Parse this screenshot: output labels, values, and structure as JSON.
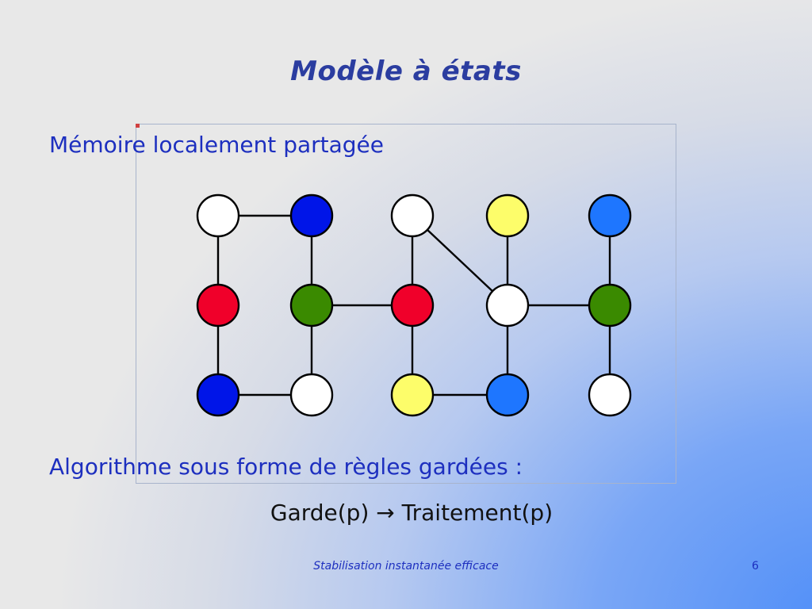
{
  "slide": {
    "title": "Modèle à états",
    "heading_memory": "Mémoire localement partagée",
    "heading_algorithm": "Algorithme sous forme de règles gardées :",
    "rule_text": "Garde(p) → Traitement(p)",
    "footer": "Stabilisation instantanée efficace",
    "page_number": "6"
  },
  "colors": {
    "white": "#ffffff",
    "blue": "#0015e8",
    "red": "#f0002a",
    "green": "#3a8a00",
    "yellow": "#fdfd6a",
    "light_blue": "#1e76ff"
  },
  "graph": {
    "grid_rows": 3,
    "grid_cols": 5,
    "nodes": [
      {
        "id": "n00",
        "row": 0,
        "col": 0,
        "color": "white"
      },
      {
        "id": "n01",
        "row": 0,
        "col": 1,
        "color": "blue"
      },
      {
        "id": "n02",
        "row": 0,
        "col": 2,
        "color": "white"
      },
      {
        "id": "n03",
        "row": 0,
        "col": 3,
        "color": "yellow"
      },
      {
        "id": "n04",
        "row": 0,
        "col": 4,
        "color": "light_blue"
      },
      {
        "id": "n10",
        "row": 1,
        "col": 0,
        "color": "red"
      },
      {
        "id": "n11",
        "row": 1,
        "col": 1,
        "color": "green"
      },
      {
        "id": "n12",
        "row": 1,
        "col": 2,
        "color": "red"
      },
      {
        "id": "n13",
        "row": 1,
        "col": 3,
        "color": "white"
      },
      {
        "id": "n14",
        "row": 1,
        "col": 4,
        "color": "green"
      },
      {
        "id": "n20",
        "row": 2,
        "col": 0,
        "color": "blue"
      },
      {
        "id": "n21",
        "row": 2,
        "col": 1,
        "color": "white"
      },
      {
        "id": "n22",
        "row": 2,
        "col": 2,
        "color": "yellow"
      },
      {
        "id": "n23",
        "row": 2,
        "col": 3,
        "color": "light_blue"
      },
      {
        "id": "n24",
        "row": 2,
        "col": 4,
        "color": "white"
      }
    ],
    "edges": [
      [
        "n00",
        "n01"
      ],
      [
        "n00",
        "n10"
      ],
      [
        "n10",
        "n20"
      ],
      [
        "n20",
        "n21"
      ],
      [
        "n01",
        "n11"
      ],
      [
        "n11",
        "n21"
      ],
      [
        "n11",
        "n12"
      ],
      [
        "n02",
        "n12"
      ],
      [
        "n12",
        "n22"
      ],
      [
        "n22",
        "n23"
      ],
      [
        "n02",
        "n13"
      ],
      [
        "n03",
        "n13"
      ],
      [
        "n13",
        "n23"
      ],
      [
        "n13",
        "n14"
      ],
      [
        "n04",
        "n14"
      ],
      [
        "n14",
        "n24"
      ]
    ]
  }
}
